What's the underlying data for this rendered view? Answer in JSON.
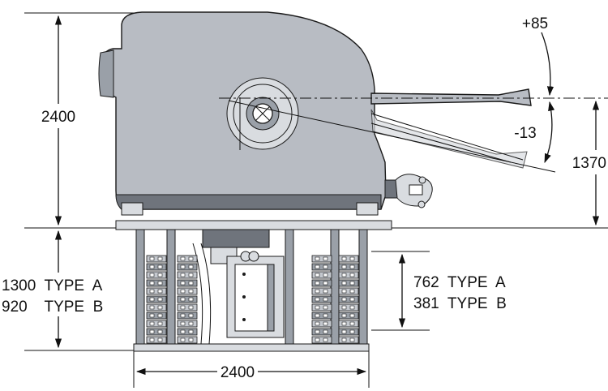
{
  "dimensions": {
    "gun_height": "2400",
    "pedestal_line1": "1300  TYPE  A",
    "pedestal_line2": "920    TYPE  B",
    "cabinet_line1": "762  TYPE  A",
    "cabinet_line2": "381  TYPE  B",
    "base_width": "2400",
    "axis_height": "1370",
    "elevation_max": "+85",
    "elevation_min": "-13"
  }
}
